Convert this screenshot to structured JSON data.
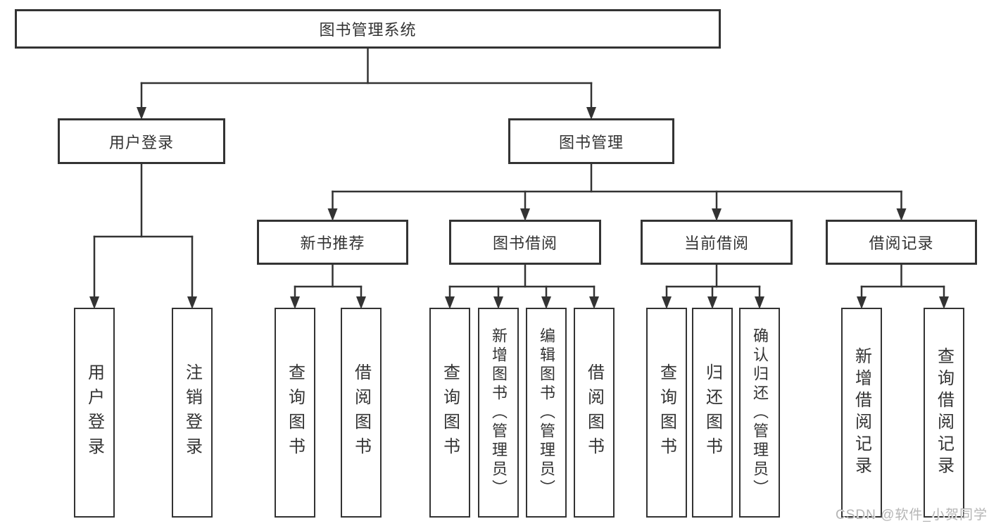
{
  "colors": {
    "line": "#333333",
    "border": "#333333",
    "text": "#333333",
    "watermark": "#b5b5b5",
    "background": "#ffffff"
  },
  "watermark": "CSDN @软件_小贺同学",
  "nodes": {
    "root": {
      "label": "图书管理系统"
    },
    "user_login": {
      "label": "用户登录"
    },
    "book_mgmt": {
      "label": "图书管理"
    },
    "new_book_rec": {
      "label": "新书推荐"
    },
    "book_borrow": {
      "label": "图书借阅"
    },
    "current_borrow": {
      "label": "当前借阅"
    },
    "borrow_records": {
      "label": "借阅记录"
    },
    "ul_login": {
      "label": "用户登录"
    },
    "ul_logout": {
      "label": "注销登录"
    },
    "nbr_query": {
      "label": "查询图书"
    },
    "nbr_borrow": {
      "label": "借阅图书"
    },
    "bb_query": {
      "label": "查询图书"
    },
    "bb_add": {
      "label": "新增图书（管理员）"
    },
    "bb_edit": {
      "label": "编辑图书（管理员）"
    },
    "bb_borrow": {
      "label": "借阅图书"
    },
    "cb_query": {
      "label": "查询图书"
    },
    "cb_return": {
      "label": "归还图书"
    },
    "cb_confirm": {
      "label": "确认归还（管理员）"
    },
    "br_add": {
      "label": "新增借阅记录"
    },
    "br_query": {
      "label": "查询借阅记录"
    }
  },
  "edges": {
    "root": [
      "user_login",
      "book_mgmt"
    ],
    "user_login": [
      "ul_login",
      "ul_logout"
    ],
    "book_mgmt": [
      "new_book_rec",
      "book_borrow",
      "current_borrow",
      "borrow_records"
    ],
    "new_book_rec": [
      "nbr_query",
      "nbr_borrow"
    ],
    "book_borrow": [
      "bb_query",
      "bb_add",
      "bb_edit",
      "bb_borrow"
    ],
    "current_borrow": [
      "cb_query",
      "cb_return",
      "cb_confirm"
    ],
    "borrow_records": [
      "br_add",
      "br_query"
    ]
  }
}
